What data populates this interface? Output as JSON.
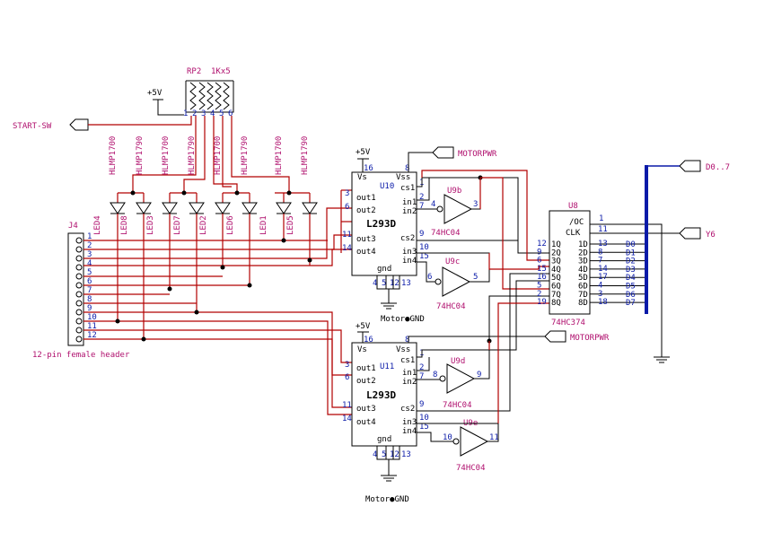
{
  "connectors": {
    "start_sw": "START-SW",
    "motorpwr_top": "MOTORPWR",
    "motorpwr_bottom": "MOTORPWR",
    "d_bus": "D0..7",
    "y6": "Y6",
    "plus5v_rp": "+5V",
    "plus5v_u10": "+5V",
    "plus5v_u11": "+5V",
    "motor_gnd_top": "Motor●GND",
    "motor_gnd_bottom": "Motor●GND"
  },
  "resistor_pack": {
    "ref": "RP2",
    "value": "1Kx5",
    "pins": [
      "1",
      "2",
      "3",
      "4",
      "5",
      "6"
    ]
  },
  "leds": [
    {
      "ref": "LED4",
      "part": "HLMP1700"
    },
    {
      "ref": "LED8",
      "part": "HLMP1790"
    },
    {
      "ref": "LED3",
      "part": "HLMP1700"
    },
    {
      "ref": "LED7",
      "part": "HLMP1790"
    },
    {
      "ref": "LED2",
      "part": "HLMP1700"
    },
    {
      "ref": "LED6",
      "part": "HLMP1790"
    },
    {
      "ref": "LED1",
      "part": "HLMP1700"
    },
    {
      "ref": "LED5",
      "part": "HLMP1790"
    }
  ],
  "header": {
    "ref": "J4",
    "caption": "12-pin female header",
    "pins": [
      "1",
      "2",
      "3",
      "4",
      "5",
      "6",
      "7",
      "8",
      "9",
      "10",
      "11",
      "12"
    ]
  },
  "u10": {
    "ref": "U10",
    "part": "L293D",
    "labels": {
      "vs": "Vs",
      "vss": "Vss",
      "cs1": "cs1",
      "in1": "in1",
      "in2": "in2",
      "out1": "out1",
      "out2": "out2",
      "out3": "out3",
      "out4": "out4",
      "cs2": "cs2",
      "in3": "in3",
      "in4": "in4",
      "gnd": "gnd"
    },
    "pins": {
      "p16": "16",
      "p8": "8",
      "p3": "3",
      "p6": "6",
      "p11": "11",
      "p14": "14",
      "p1": "1",
      "p2": "2",
      "p7": "7",
      "p9": "9",
      "p10": "10",
      "p15": "15",
      "p4": "4",
      "p5": "5",
      "p12": "12",
      "p13": "13"
    }
  },
  "u11": {
    "ref": "U11",
    "part": "L293D",
    "labels": {
      "vs": "Vs",
      "vss": "Vss",
      "cs1": "cs1",
      "in1": "in1",
      "in2": "in2",
      "out1": "out1",
      "out2": "out2",
      "out3": "out3",
      "out4": "out4",
      "cs2": "cs2",
      "in3": "in3",
      "in4": "in4",
      "gnd": "gnd"
    },
    "pins": {
      "p16": "16",
      "p8": "8",
      "p3": "3",
      "p6": "6",
      "p11": "11",
      "p14": "14",
      "p1": "1",
      "p2": "2",
      "p7": "7",
      "p9": "9",
      "p10": "10",
      "p15": "15",
      "p4": "4",
      "p5": "5",
      "p12": "12",
      "p13": "13"
    }
  },
  "inverters": [
    {
      "ref": "U9b",
      "part": "74HC04",
      "pin_in": "3",
      "pin_out": "4"
    },
    {
      "ref": "U9c",
      "part": "74HC04",
      "pin_in": "5",
      "pin_out": "6"
    },
    {
      "ref": "U9d",
      "part": "74HC04",
      "pin_in": "9",
      "pin_out": "8"
    },
    {
      "ref": "U9e",
      "part": "74HC04",
      "pin_in": "11",
      "pin_out": "10"
    }
  ],
  "u8": {
    "ref": "U8",
    "part": "74HC374",
    "oc": "/OC",
    "clk": "CLK",
    "oc_pin": "1",
    "clk_pin": "11",
    "outputs": [
      {
        "label": "1Q",
        "pin": "12"
      },
      {
        "label": "2Q",
        "pin": "9"
      },
      {
        "label": "3Q",
        "pin": "6"
      },
      {
        "label": "4Q",
        "pin": "15"
      },
      {
        "label": "5Q",
        "pin": "16"
      },
      {
        "label": "6Q",
        "pin": "5"
      },
      {
        "label": "7Q",
        "pin": "2"
      },
      {
        "label": "8Q",
        "pin": "19"
      }
    ],
    "inputs": [
      {
        "label": "1D",
        "pin": "13",
        "bus": "D0"
      },
      {
        "label": "2D",
        "pin": "8",
        "bus": "D1"
      },
      {
        "label": "3D",
        "pin": "7",
        "bus": "D2"
      },
      {
        "label": "4D",
        "pin": "14",
        "bus": "D3"
      },
      {
        "label": "5D",
        "pin": "17",
        "bus": "D4"
      },
      {
        "label": "6D",
        "pin": "4",
        "bus": "D5"
      },
      {
        "label": "7D",
        "pin": "3",
        "bus": "D6"
      },
      {
        "label": "8D",
        "pin": "18",
        "bus": "D7"
      }
    ]
  },
  "colors": {
    "wire": "#b20000",
    "text": "#b0106e",
    "pin_number": "#0a1aa8",
    "bus": "#0a1aa8",
    "outline": "#000000"
  }
}
